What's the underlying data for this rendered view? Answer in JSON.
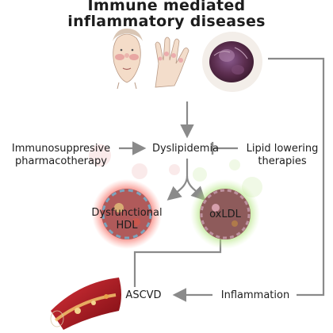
{
  "title": {
    "line1": "Immune mediated",
    "line2": "inflammatory diseases"
  },
  "labels": {
    "immuno_line1": "Immunosuppresive",
    "immuno_line2": "pharmacotherapy",
    "dyslipidemia": "Dyslipidemia",
    "lipid_line1": "Lipid lowering",
    "lipid_line2": "therapies",
    "hdl_line1": "Dysfunctional",
    "hdl_line2": "HDL",
    "oxldl": "oxLDL",
    "ascvd": "ASCVD",
    "inflammation": "Inflammation"
  },
  "illustrations": {
    "face": "lupus-face-illustration",
    "hand": "arthritis-hand-illustration",
    "skin": "psoriasis-skin-illustration",
    "hdl_particle": "dysfunctional-hdl-particle",
    "ldl_particle": "oxldl-particle",
    "artery": "artery-plaque-illustration"
  },
  "colors": {
    "arrow": "#8a8a8a",
    "text": "#1d1d1d",
    "hdl_glow": "#e8332c",
    "ldl_glow": "#8fd14f",
    "artery": "#b3151d"
  }
}
